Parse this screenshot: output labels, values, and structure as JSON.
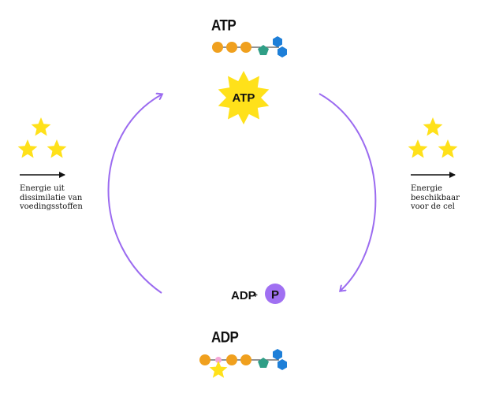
{
  "diagram": {
    "top_label": "ATP",
    "center_star_label": "ATP",
    "bottom_label": "ADP",
    "adp_plus": "ADP",
    "plus_sign": "+",
    "phosphate_label": "P",
    "left_caption": [
      "Energie uit",
      "dissimilatie van",
      "voedingsstoffen"
    ],
    "right_caption": [
      "Energie",
      "beschikbaar",
      "voor de cel"
    ]
  },
  "colors": {
    "arrow": "#9b6bf0",
    "star": "#ffe11a",
    "phosphate_circle": "#a070f2",
    "orange_bead": "#f0a01e",
    "pentagon": "#2f9e86",
    "hexagon": "#1e7fd8",
    "pink_bead": "#f5a7d6",
    "chain_line": "#555555"
  }
}
